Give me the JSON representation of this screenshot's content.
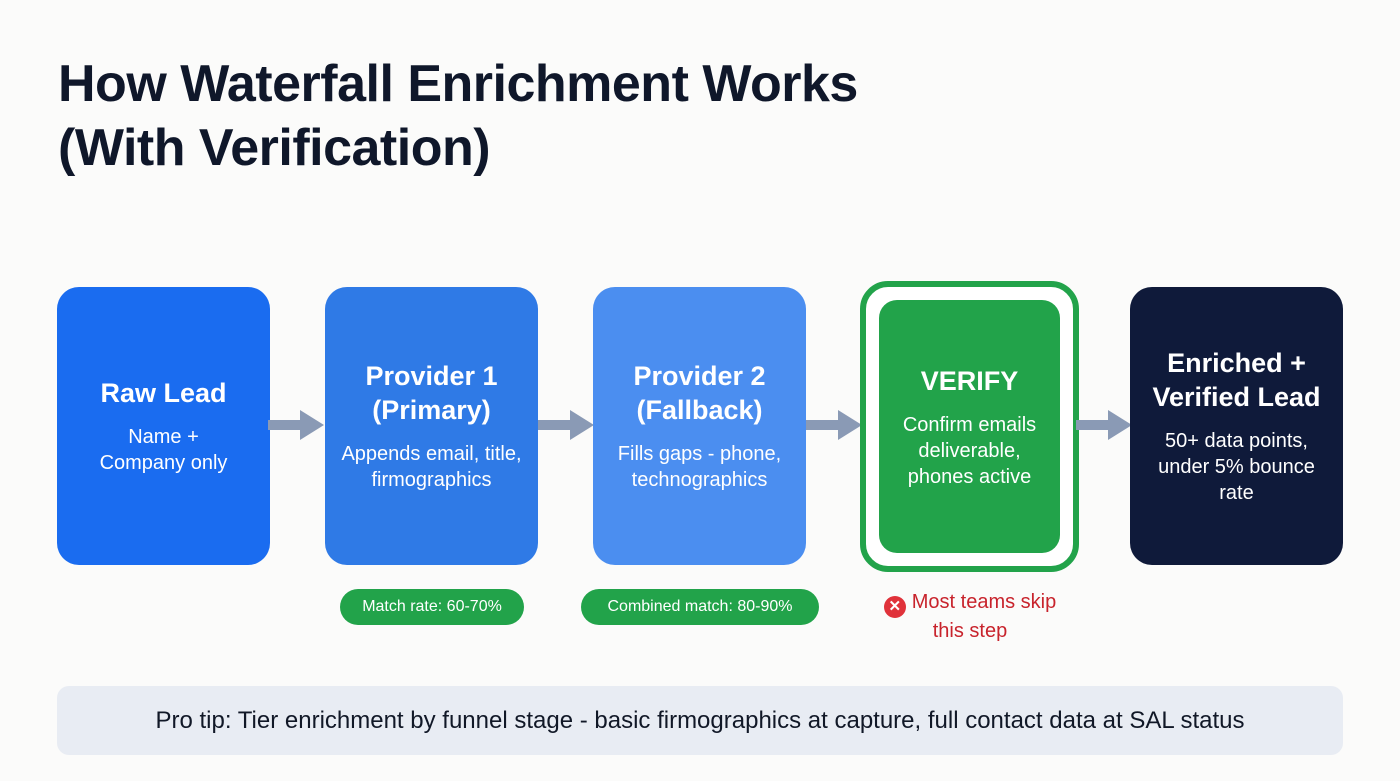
{
  "title": {
    "line1": "How Waterfall Enrichment Works",
    "line2": "(With Verification)"
  },
  "steps": [
    {
      "heading": "Raw Lead",
      "description": "Name + Company only",
      "color": "#1a6cf0"
    },
    {
      "heading": "Provider 1 (Primary)",
      "description": "Appends email, title, firmographics",
      "color": "#2f7ae6",
      "badge": "Match rate: 60-70%"
    },
    {
      "heading": "Provider 2 (Fallback)",
      "description": "Fills gaps - phone, technographics",
      "color": "#4b8ef0",
      "badge": "Combined match: 80-90%"
    },
    {
      "heading": "VERIFY",
      "description": "Confirm emails deliverable, phones active",
      "color": "#22a34a",
      "warning": "Most teams skip this step",
      "warning_icon": "x-circle-icon"
    },
    {
      "heading": "Enriched + Verified Lead",
      "description": "50+ data points, under 5% bounce rate",
      "color": "#0f1a3a"
    }
  ],
  "arrow_color": "#8a9ab5",
  "badge_color": "#22a34a",
  "warning_color": "#c8232c",
  "tip": "Pro tip: Tier enrichment by funnel stage - basic firmographics at capture, full contact data at SAL status"
}
